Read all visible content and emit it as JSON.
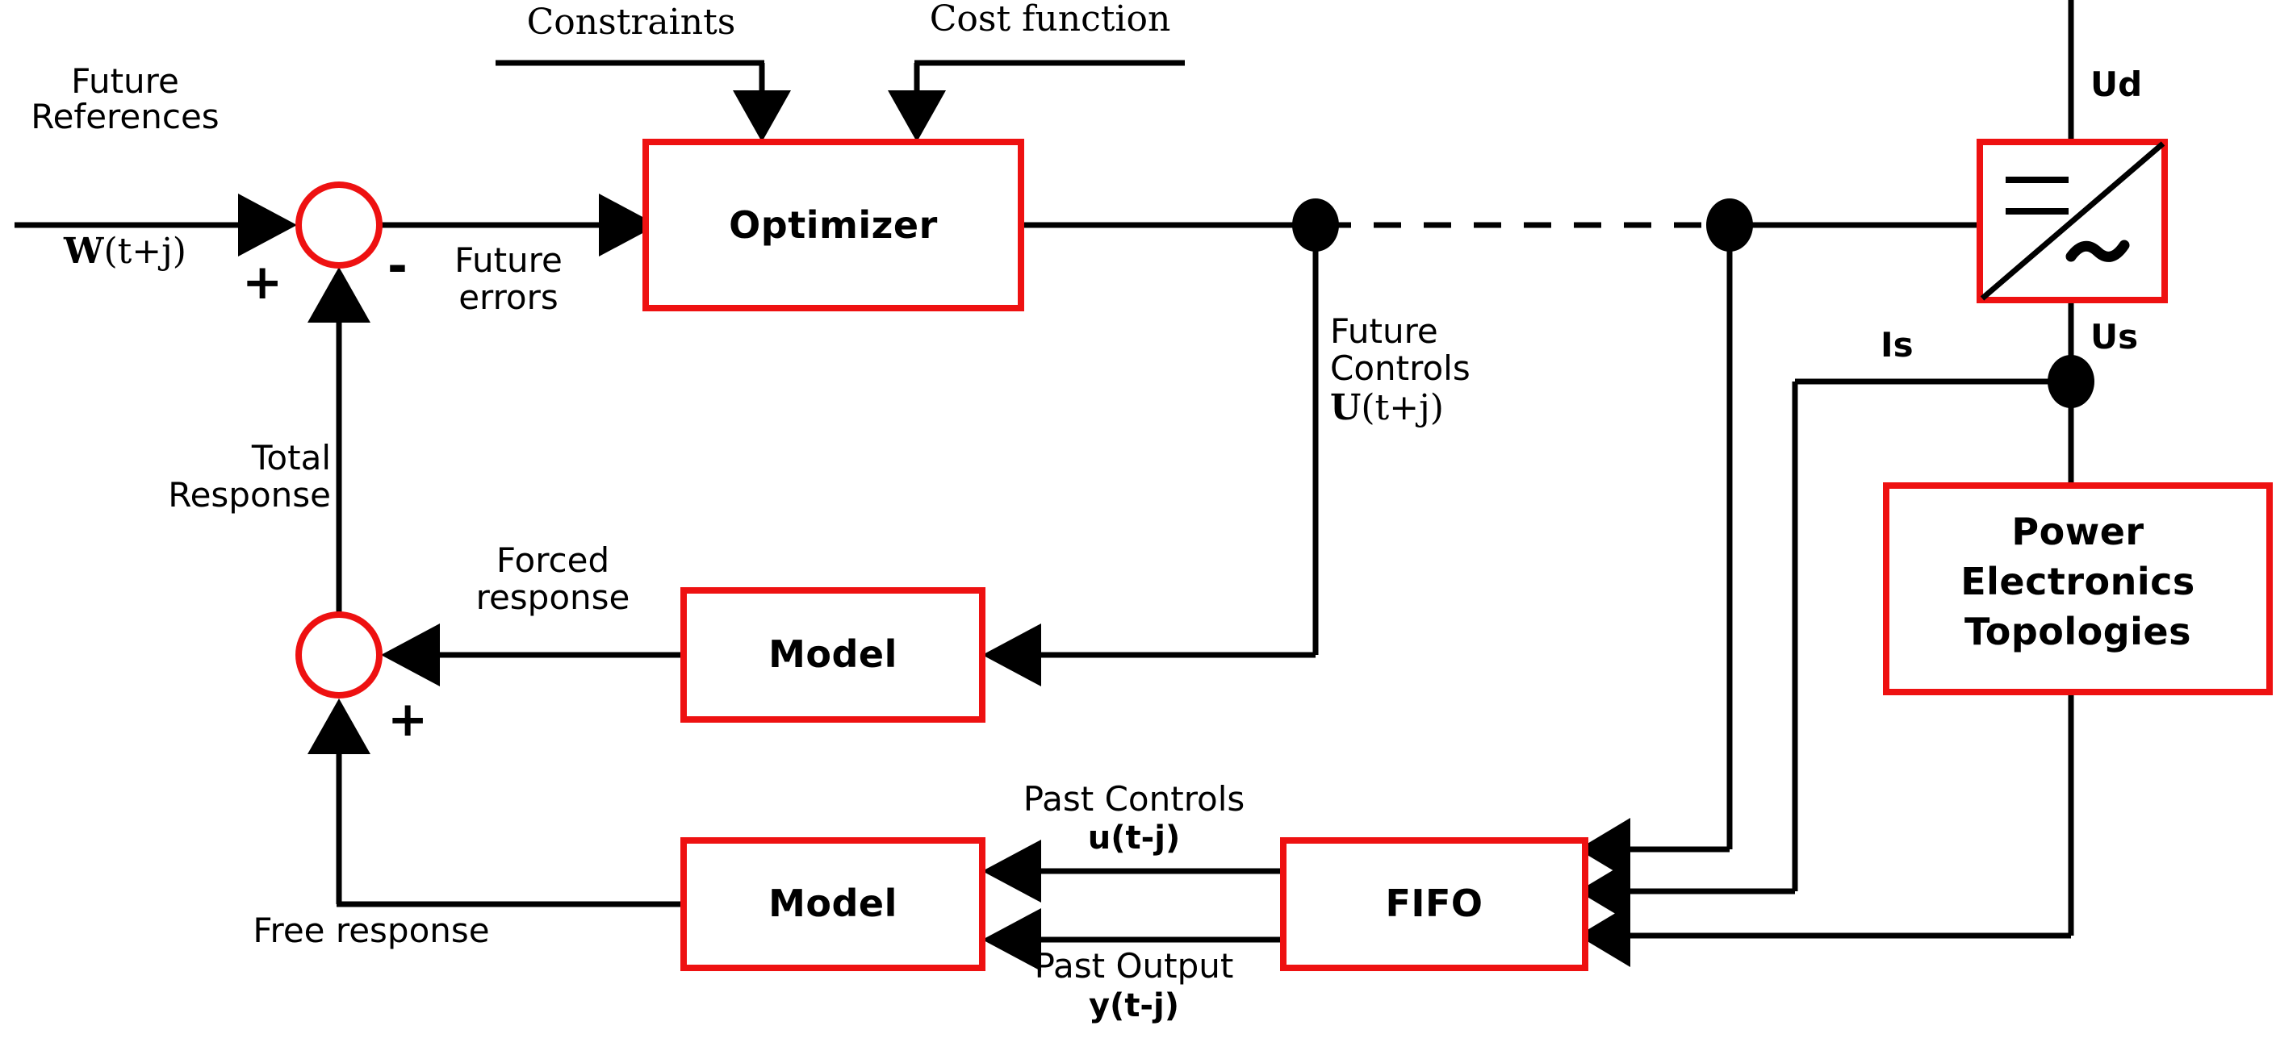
{
  "diagram": {
    "title": "Model Predictive Control block diagram for power electronics",
    "colors": {
      "block_border": "#ee1111",
      "wire": "#000000",
      "background": "#ffffff"
    },
    "blocks": [
      {
        "id": "optimizer",
        "label": "Optimizer"
      },
      {
        "id": "model_forced",
        "label": "Model"
      },
      {
        "id": "model_free",
        "label": "Model"
      },
      {
        "id": "fifo",
        "label": "FIFO"
      },
      {
        "id": "power_electronics",
        "label": "Power\nElectronics\nTopologies"
      },
      {
        "id": "inverter",
        "label": "",
        "icon": "dc-ac-converter-icon"
      }
    ],
    "inputs": {
      "constraints": "Constraints",
      "cost_function": "Cost function"
    },
    "signals": {
      "future_references_line1": "Future",
      "future_references_line2": "References",
      "future_references_symbol_bold": "W",
      "future_references_symbol_rest": "(t+j)",
      "future_errors_line1": "Future",
      "future_errors_line2": "errors",
      "future_controls_line1": "Future",
      "future_controls_line2": "Controls",
      "future_controls_symbol_bold": "U",
      "future_controls_symbol_rest": "(t+j)",
      "total_response_line1": "Total",
      "total_response_line2": "Response",
      "forced_response_line1": "Forced",
      "forced_response_line2": "response",
      "free_response": "Free response",
      "past_controls": "Past Controls",
      "past_controls_symbol_bold": "u",
      "past_controls_symbol_rest": "(t-j)",
      "past_output": "Past Output",
      "past_output_symbol_bold": "y",
      "past_output_symbol_rest": "(t-j)"
    },
    "electrical": {
      "dc_voltage": "Ud",
      "ac_voltage": "Us",
      "current": "Is"
    },
    "summing_junctions": [
      {
        "id": "sum-error",
        "plus": "+",
        "minus": "-"
      },
      {
        "id": "sum-response",
        "plus": "+"
      }
    ]
  }
}
